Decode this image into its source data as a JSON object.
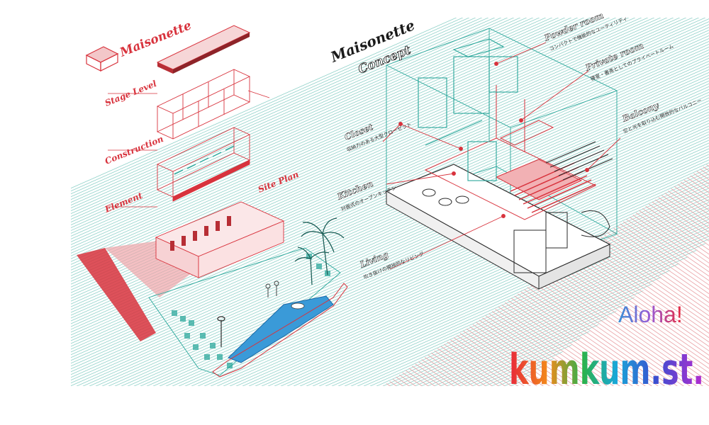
{
  "diagram": {
    "left_title": "Maisonette",
    "left_steps": [
      "Stage Level",
      "Construction",
      "Element"
    ],
    "site_plan": "Site Plan",
    "center_title": "Maisonette",
    "center_subtitle": "Concept",
    "callouts": [
      {
        "title": "Powder room",
        "desc": "コンパクトで機能的なユーティリティ"
      },
      {
        "title": "Private room",
        "desc": "寝室・書斎としてのプライベートルーム"
      },
      {
        "title": "Balcony",
        "desc": "空と光を取り込む開放的なバルコニー"
      },
      {
        "title": "Closet",
        "desc": "収納力のある大型クローゼット"
      },
      {
        "title": "Kitchen",
        "desc": "対面式のオープンキッチン"
      },
      {
        "title": "Living",
        "desc": "吹き抜けの開放的なリビング"
      }
    ]
  },
  "logo": {
    "aloha": "Aloha!",
    "main": "kumkum.st."
  },
  "colors": {
    "red": "#d8333d",
    "teal": "#2aa79b",
    "dark": "#2a2a2a",
    "pool": "#3a9ad8"
  }
}
